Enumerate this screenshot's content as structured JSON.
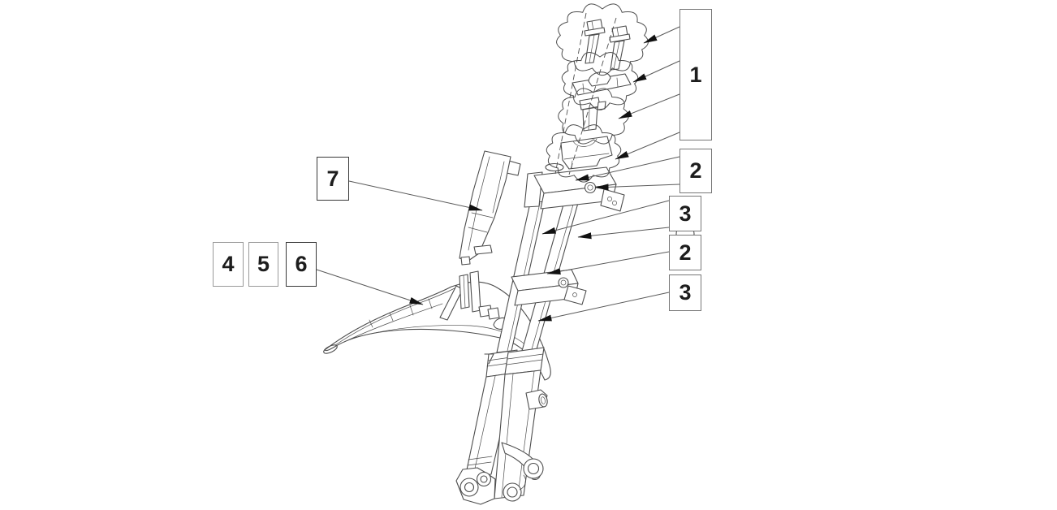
{
  "callouts": [
    {
      "id": "callout-1",
      "label": "1"
    },
    {
      "id": "callout-2-upper",
      "label": "2"
    },
    {
      "id": "callout-3-upper",
      "label": "3"
    },
    {
      "id": "callout-2-lower",
      "label": "2"
    },
    {
      "id": "callout-3-lower",
      "label": "3"
    },
    {
      "id": "callout-4",
      "label": "4"
    },
    {
      "id": "callout-5",
      "label": "5"
    },
    {
      "id": "callout-6",
      "label": "6"
    },
    {
      "id": "callout-7",
      "label": "7"
    }
  ],
  "colors": {
    "background": "#ffffff",
    "drawing_line": "#4d4d4d",
    "leader_line": "#5a5a5a",
    "arrowhead": "#111111",
    "callout_border_light": "#9a9a9a",
    "callout_border_mid": "#777777",
    "callout_border_dark": "#383838",
    "callout_text": "#1d1d1d"
  }
}
